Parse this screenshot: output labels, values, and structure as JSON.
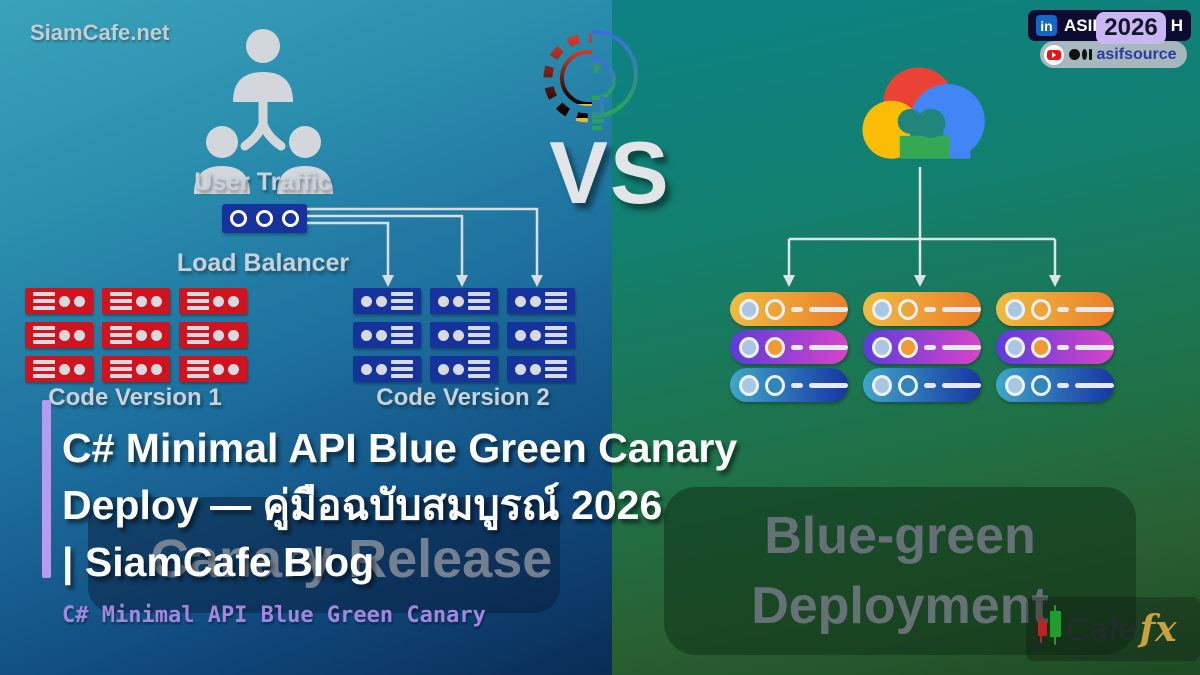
{
  "brand": "SiamCafe.net",
  "versus": "VS",
  "left_diagram": {
    "user_traffic_label": "User Traffic",
    "load_balancer_label": "Load Balancer",
    "code_v1_label": "Code Version 1",
    "code_v2_label": "Code Version 2",
    "ghost_label": "Canary Release",
    "red_grid": {
      "rows": 3,
      "cols": 3
    },
    "blue_grid": {
      "rows": 3,
      "cols": 3
    }
  },
  "right_diagram": {
    "ghost_label_line1": "Blue-green",
    "ghost_label_line2": "Deployment",
    "columns": 3,
    "pill_rows": [
      {
        "gradient": [
          "#eebc3f",
          "#ec7f2b"
        ],
        "dot2": "ring"
      },
      {
        "gradient": [
          "#5b3cdd",
          "#d944c9"
        ],
        "dot2": "#f09a2f"
      },
      {
        "gradient": [
          "#3fa6c8",
          "#1736a3"
        ],
        "dot2": "#2f86b8"
      }
    ]
  },
  "title": {
    "line1": "C# Minimal API Blue Green Canary",
    "line2": "Deploy — คู่มือฉบับสมบูรณ์ 2026",
    "line3": "| SiamCafe Blog",
    "subtitle": "C# Minimal API Blue Green Canary"
  },
  "badges": {
    "linkedin_icon": "in",
    "linkedin_label_left": "ASIF",
    "linkedin_label_right": "H",
    "year_badge": "2026",
    "source_label": "asifsource"
  },
  "footer_logo": {
    "cafe": "Cafe",
    "fx": "fx"
  },
  "colors": {
    "left_bg_top": "#35a0b8",
    "left_bg_bottom": "#0a2c55",
    "right_bg_top": "#0d8285",
    "right_bg_bottom": "#1f4a24",
    "server_red": "#cf1420",
    "server_blue": "#16339b",
    "accent_purple": "#b49df0",
    "badge_lavender": "#c9b6f2",
    "linkedin_blue": "#1466c8",
    "subtitle_purple": "#a187e2",
    "gold": "#c7a23e",
    "google_cloud": [
      "#EA4335",
      "#FBBC05",
      "#34A853",
      "#4285F4"
    ]
  }
}
